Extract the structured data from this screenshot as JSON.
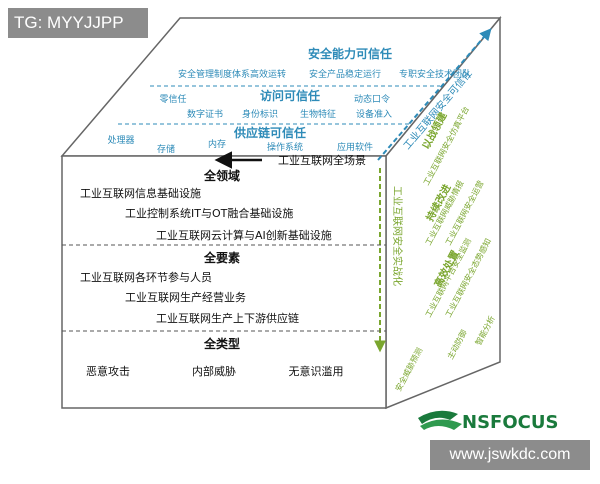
{
  "watermark_top": "TG: MYYJJPP",
  "watermark_bottom": "www.jswkdc.com",
  "logo": {
    "text": "NSFOCUS",
    "color": "#1a7a3c"
  },
  "colors": {
    "blue": "#2e8bb8",
    "green": "#7aa62e",
    "face_line": "#555555"
  },
  "top_face": {
    "layer1": {
      "title": "安全能力可信任",
      "items": [
        "安全管理制度体系高效运转",
        "安全产品稳定运行",
        "专职安全技术团队"
      ]
    },
    "layer2": {
      "title": "访问可信任",
      "items": [
        "零信任",
        "动态口令",
        "数字证书",
        "身份标识",
        "生物特征",
        "设备准入"
      ]
    },
    "layer3": {
      "title": "供应链可信任",
      "items": [
        "处理器",
        "存储",
        "内存",
        "操作系统",
        "应用软件"
      ]
    }
  },
  "top_axis_label": "工业互联网全场景",
  "front_face": {
    "domain": {
      "title": "全领域",
      "items": [
        "工业互联网信息基础设施",
        "工业控制系统IT与OT融合基础设施",
        "工业互联网云计算与AI创新基础设施"
      ]
    },
    "elements": {
      "title": "全要素",
      "items": [
        "工业互联网各环节参与人员",
        "工业互联网生产经营业务",
        "工业互联网生产上下游供应链"
      ]
    },
    "types": {
      "title": "全类型",
      "items": [
        "恶意攻击",
        "内部威胁",
        "无意识滥用"
      ]
    }
  },
  "right_face": {
    "blue_arrow_label": "工业互联网安全可信任",
    "green_arrow_label": "工业互联网安全实战化",
    "sections": [
      {
        "title": "以战领建",
        "items": [
          "工业互联网安全仿真平台"
        ]
      },
      {
        "title": "持续改进",
        "items": [
          "工业互联网威胁情报",
          "工业互联网安全运营"
        ]
      },
      {
        "title": "高效处置",
        "items": [
          "工业互联网平台安全监测",
          "工业互联网安全态势感知"
        ]
      },
      {
        "title": "",
        "items": [
          "安全威胁预测",
          "主动防御",
          "智能分析"
        ]
      }
    ]
  }
}
